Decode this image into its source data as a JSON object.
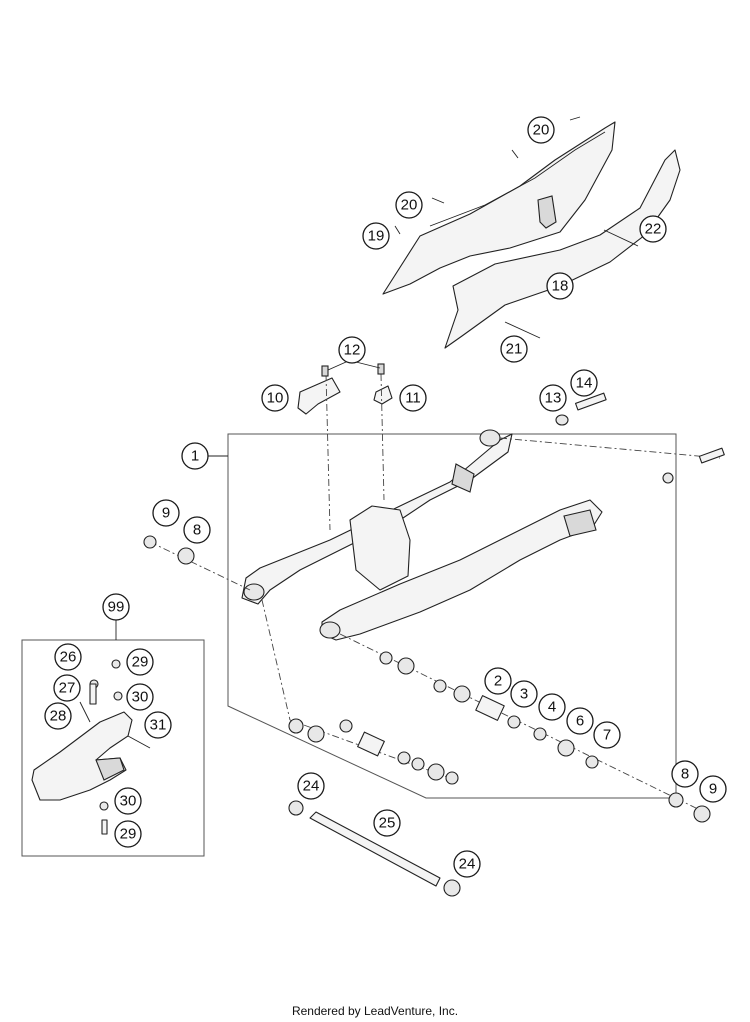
{
  "footer": "Rendered by LeadVenture, Inc.",
  "callouts": [
    {
      "n": "20"
    },
    {
      "n": "20"
    },
    {
      "n": "19"
    },
    {
      "n": "22"
    },
    {
      "n": "18"
    },
    {
      "n": "21"
    },
    {
      "n": "12"
    },
    {
      "n": "10"
    },
    {
      "n": "11"
    },
    {
      "n": "13"
    },
    {
      "n": "14"
    },
    {
      "n": "1"
    },
    {
      "n": "9"
    },
    {
      "n": "8"
    },
    {
      "n": "99"
    },
    {
      "n": "26"
    },
    {
      "n": "29"
    },
    {
      "n": "27"
    },
    {
      "n": "30"
    },
    {
      "n": "28"
    },
    {
      "n": "31"
    },
    {
      "n": "30"
    },
    {
      "n": "29"
    },
    {
      "n": "2"
    },
    {
      "n": "3"
    },
    {
      "n": "4"
    },
    {
      "n": "6"
    },
    {
      "n": "7"
    },
    {
      "n": "8"
    },
    {
      "n": "9"
    },
    {
      "n": "24"
    },
    {
      "n": "25"
    },
    {
      "n": "24"
    }
  ]
}
